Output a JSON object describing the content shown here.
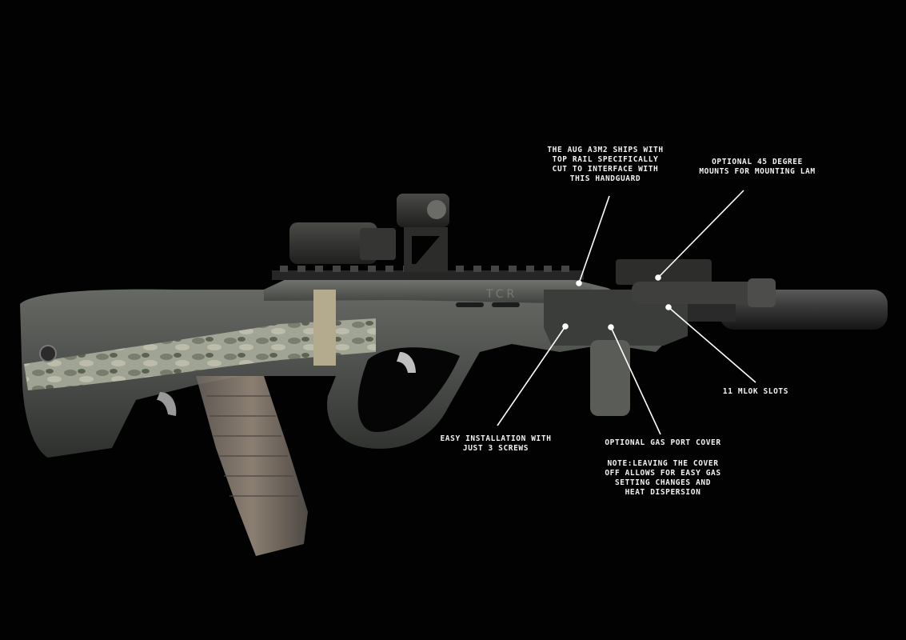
{
  "callouts": {
    "top_rail": [
      "THE AUG A3M2 SHIPS WITH",
      "TOP RAIL SPECIFICALLY",
      "CUT TO INTERFACE WITH",
      "THIS HANDGUARD"
    ],
    "mounts": [
      "OPTIONAL 45 DEGREE",
      "MOUNTS FOR MOUNTING LAM"
    ],
    "mlok": [
      "11 MLOK SLOTS"
    ],
    "easy_install": [
      "EASY INSTALLATION WITH",
      "JUST 3 SCREWS"
    ],
    "gas_port": [
      "OPTIONAL GAS PORT COVER"
    ],
    "note": [
      "NOTE:LEAVING THE COVER",
      "OFF ALLOWS FOR EASY GAS",
      "SETTING CHANGES AND",
      "HEAT DISPERSION"
    ]
  },
  "rail_marking": "TCR",
  "colors": {
    "background": "#020202",
    "text": "#f2f2f2",
    "leader": "#ffffff"
  }
}
